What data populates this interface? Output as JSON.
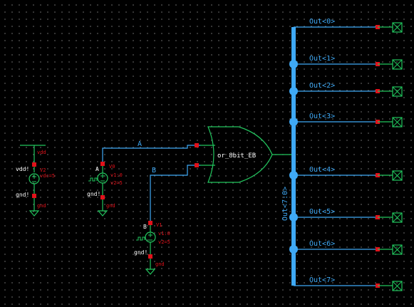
{
  "colors": {
    "background": "#000000",
    "wire": "#3fa9f5",
    "bus": "#3fa9f5",
    "pin": "#e0121b",
    "symbol": "#22c55e",
    "instance_text": "#e0121b",
    "net_text": "#ffffff",
    "wire_label": "#3fa9f5",
    "port_symbol": "#22c55e"
  },
  "gate": {
    "label": "or_8bit_EB"
  },
  "inputs": {
    "a_label": "A",
    "b_label": "B"
  },
  "bus": {
    "label": "Out<7:0>"
  },
  "outputs": [
    "Out<0>",
    "Out<1>",
    "Out<2>",
    "Out<3>",
    "Out<4>",
    "Out<5>",
    "Out<6>",
    "Out<7>"
  ],
  "vdd_source": {
    "name": "V2",
    "param": "vdc=5",
    "top_net": "vdd!",
    "bottom_net": "gnd!",
    "top_pin": "vdd",
    "bottom_pin": "gnd",
    "top_net_label": "vdd!",
    "bottom_net_label": "gnd!"
  },
  "pulse_a": {
    "name": "V0",
    "pin_label": "A",
    "param1": "v1:0",
    "param2": "v2=5",
    "bottom_net": "gnd!",
    "bottom_pin": "gnd"
  },
  "pulse_b": {
    "name": "V1",
    "pin_label": "B",
    "param1": "v1:0",
    "param2": "v2=5",
    "bottom_net": "gnd!",
    "bottom_pin": "gnd"
  },
  "icons": [
    "dc-source-icon",
    "pulse-source-icon",
    "ground-icon",
    "or-gate-icon",
    "output-pin-icon"
  ]
}
